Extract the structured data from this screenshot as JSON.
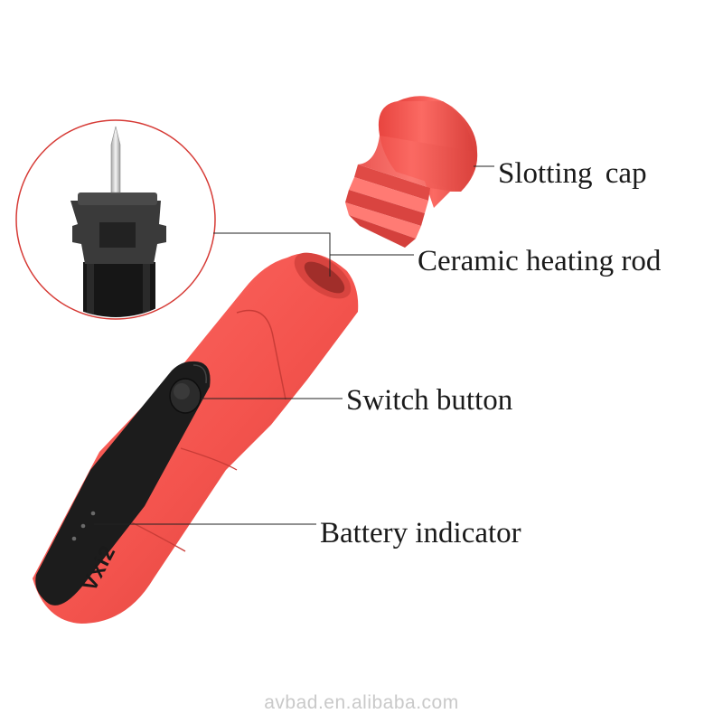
{
  "labels": {
    "slotting_cap": "Slotting  cap",
    "ceramic_heating_rod": "Ceramic heating rod",
    "switch_button": "Switch button",
    "battery_indicator": "Battery indicator"
  },
  "device": {
    "brand": "Vxi2",
    "body_color": "#f25a55",
    "panel_color": "#1c1c1c",
    "detail_color": "#2e2e2e"
  },
  "watermark": "avbad.en.alibaba.com"
}
